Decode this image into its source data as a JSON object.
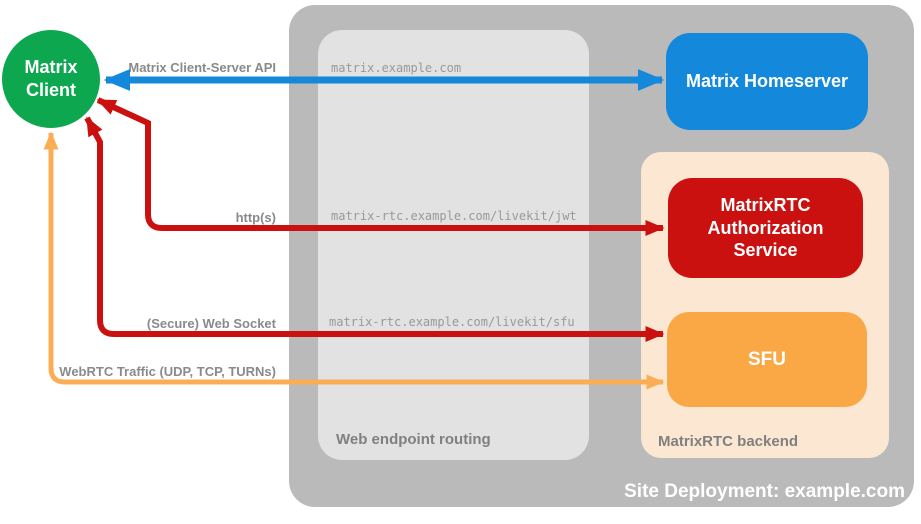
{
  "client": {
    "label": "Matrix Client"
  },
  "homeserver": {
    "label": "Matrix Homeserver"
  },
  "auth_service": {
    "label": "MatrixRTC Authorization Service"
  },
  "sfu": {
    "label": "SFU"
  },
  "containers": {
    "routing_label": "Web endpoint routing",
    "backend_label": "MatrixRTC backend",
    "deployment_label": "Site Deployment: example.com"
  },
  "connections": [
    {
      "label": "Matrix Client-Server API",
      "endpoint": "matrix.example.com",
      "from": "Matrix Client",
      "to": "Matrix Homeserver"
    },
    {
      "label": "http(s)",
      "endpoint": "matrix-rtc.example.com/livekit/jwt",
      "from": "Matrix Client",
      "to": "MatrixRTC Authorization Service"
    },
    {
      "label": "(Secure) Web Socket",
      "endpoint": "matrix-rtc.example.com/livekit/sfu",
      "from": "Matrix Client",
      "to": "SFU"
    },
    {
      "label": "WebRTC Traffic (UDP, TCP, TURNs)",
      "endpoint": "",
      "from": "Matrix Client",
      "to": "SFU"
    }
  ],
  "colors": {
    "client_green": "#0DA750",
    "homeserver_blue": "#1488DB",
    "service_red": "#CB1010",
    "sfu_orange": "#F9A845",
    "webrtc_arrow_orange": "#FBAD55",
    "backend_bg": "#FCE8D2",
    "routing_bg": "#E2E2E2",
    "deployment_bg": "#BABABA",
    "label_gray": "#8A8A8A",
    "endpoint_gray": "#999999"
  }
}
